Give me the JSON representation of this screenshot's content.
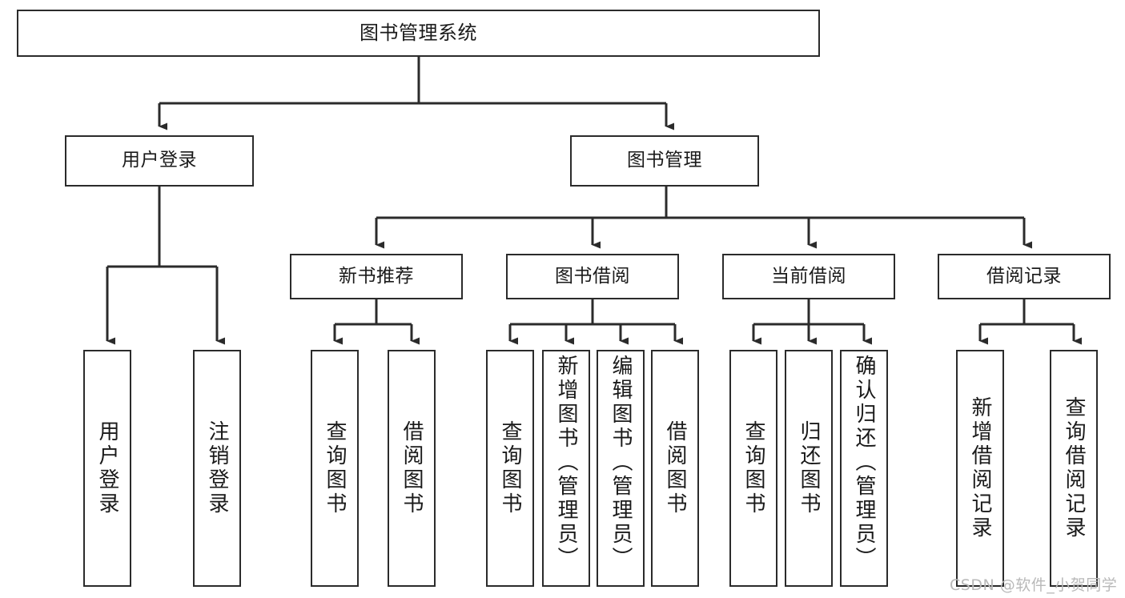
{
  "diagram": {
    "title": "图书管理系统",
    "type": "tree",
    "orientation": "top-down",
    "edge_color": "#2b2b2b",
    "box_border_color": "#2b2b2b",
    "background": "#ffffff",
    "nodes": {
      "root": {
        "label": "图书管理系统"
      },
      "level2": [
        {
          "id": "user_login",
          "label": "用户登录"
        },
        {
          "id": "book_manage",
          "label": "图书管理"
        }
      ],
      "level3": [
        {
          "id": "new_book_rec",
          "label": "新书推荐"
        },
        {
          "id": "book_borrow",
          "label": "图书借阅"
        },
        {
          "id": "current_borrow",
          "label": "当前借阅"
        },
        {
          "id": "borrow_record",
          "label": "借阅记录"
        }
      ],
      "leaves": {
        "user_login": [
          {
            "id": "leaf_user_login",
            "label": "用户登录"
          },
          {
            "id": "leaf_logout",
            "label": "注销登录"
          }
        ],
        "new_book_rec": [
          {
            "id": "leaf_query_book_1",
            "label": "查询图书"
          },
          {
            "id": "leaf_borrow_book_1",
            "label": "借阅图书"
          }
        ],
        "book_borrow": [
          {
            "id": "leaf_query_book_2",
            "label": "查询图书"
          },
          {
            "id": "leaf_add_book",
            "label": "新增图书（管理员）"
          },
          {
            "id": "leaf_edit_book",
            "label": "编辑图书（管理员）"
          },
          {
            "id": "leaf_borrow_book_2",
            "label": "借阅图书"
          }
        ],
        "current_borrow": [
          {
            "id": "leaf_query_book_3",
            "label": "查询图书"
          },
          {
            "id": "leaf_return_book",
            "label": "归还图书"
          },
          {
            "id": "leaf_confirm_return",
            "label": "确认归还（管理员）"
          }
        ],
        "borrow_record": [
          {
            "id": "leaf_add_record",
            "label": "新增借阅记录"
          },
          {
            "id": "leaf_query_record",
            "label": "查询借阅记录"
          }
        ]
      }
    }
  },
  "watermark": {
    "text": "CSDN @软件_小贺同学"
  }
}
